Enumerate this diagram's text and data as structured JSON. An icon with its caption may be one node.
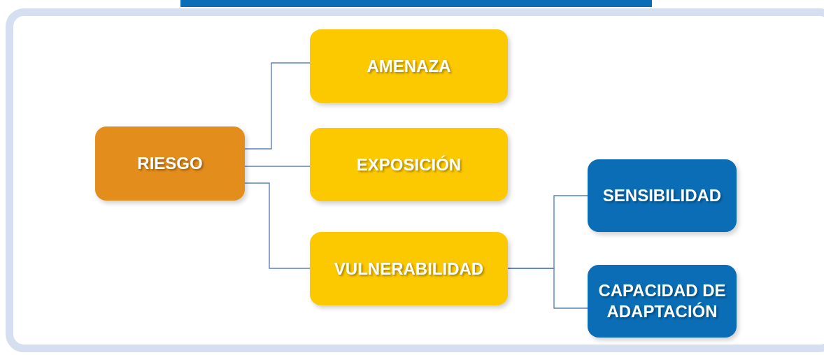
{
  "diagram": {
    "nodes": [
      {
        "text": [
          "RIESGO"
        ]
      },
      {
        "text": [
          "AMENAZA"
        ]
      },
      {
        "text": [
          "EXPOSICIÓN"
        ]
      },
      {
        "text": [
          "VULNERABILIDAD"
        ]
      },
      {
        "text": [
          "SENSIBILIDAD"
        ]
      },
      {
        "text": [
          "CAPACIDAD DE ADAPTACIÓN"
        ]
      }
    ],
    "edges": [
      {
        "from": 0,
        "to": 1,
        "arrow": "none"
      },
      {
        "from": 0,
        "to": 2,
        "arrow": "none"
      },
      {
        "from": 0,
        "to": 3,
        "arrow": "none"
      },
      {
        "from": 3,
        "to": 4,
        "arrow": "none"
      },
      {
        "from": 3,
        "to": 5,
        "arrow": "none"
      }
    ]
  }
}
